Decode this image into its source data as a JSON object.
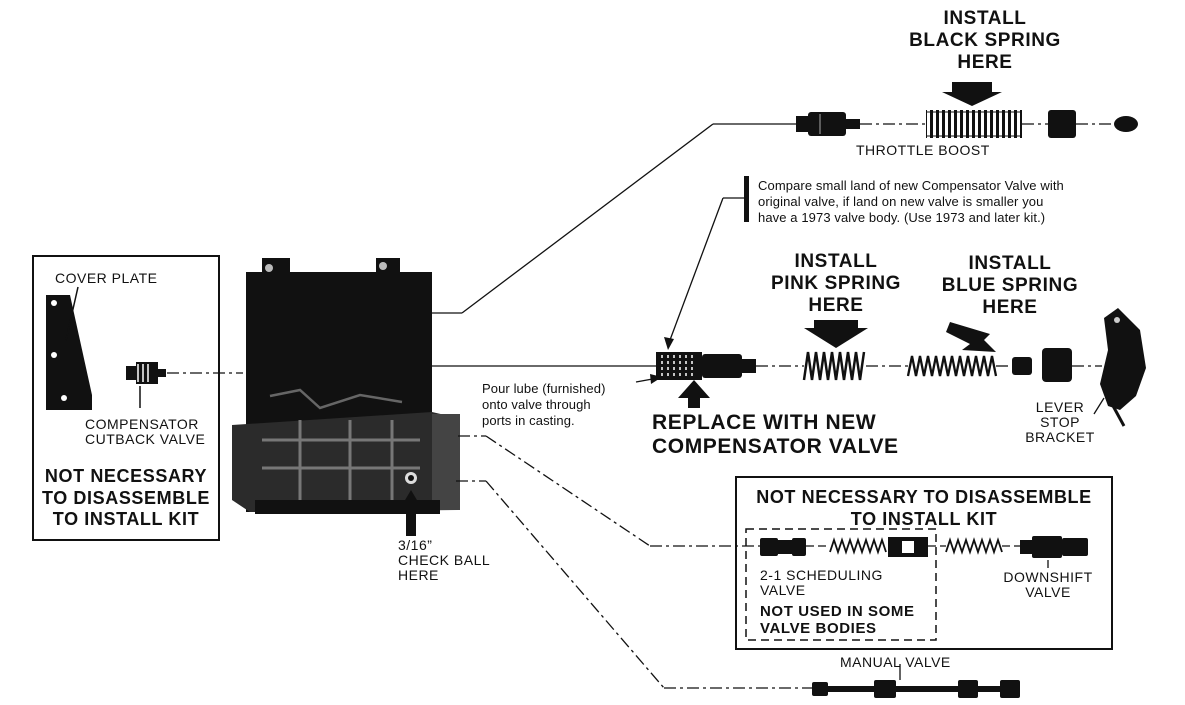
{
  "left_box": {
    "cover_plate": "COVER PLATE",
    "cutback_line1": "COMPENSATOR",
    "cutback_line2": "CUTBACK VALVE",
    "note_line1": "NOT NECESSARY",
    "note_line2": "TO DISASSEMBLE",
    "note_line3": "TO INSTALL KIT"
  },
  "check_ball": {
    "line1": "3/16”",
    "line2": "CHECK BALL",
    "line3": "HERE"
  },
  "throttle_boost": {
    "install_line1": "INSTALL",
    "install_line2": "BLACK SPRING",
    "install_line3": "HERE",
    "label": "THROTTLE BOOST"
  },
  "compensator_note": {
    "line1": "Compare small land of new Compensator Valve with",
    "line2": "original valve, if land on new valve is smaller you",
    "line3": "have a 1973 valve body.  (Use 1973 and later kit.)"
  },
  "pink_spring": {
    "line1": "INSTALL",
    "line2": "PINK SPRING",
    "line3": "HERE"
  },
  "blue_spring": {
    "line1": "INSTALL",
    "line2": "BLUE SPRING",
    "line3": "HERE"
  },
  "pour_lube": {
    "line1": "Pour lube (furnished)",
    "line2": "onto valve through",
    "line3": "ports in casting."
  },
  "replace": {
    "line1": "REPLACE WITH NEW",
    "line2": "COMPENSATOR VALVE"
  },
  "lever_bracket": {
    "line1": "LEVER",
    "line2": "STOP",
    "line3": "BRACKET"
  },
  "right_box": {
    "title_line1": "NOT NECESSARY TO DISASSEMBLE",
    "title_line2": "TO INSTALL KIT",
    "scheduling_line1": "2-1 SCHEDULING",
    "scheduling_line2": "VALVE",
    "not_used_line1": "NOT USED IN SOME",
    "not_used_line2": "VALVE BODIES",
    "downshift_line1": "DOWNSHIFT",
    "downshift_line2": "VALVE"
  },
  "manual_valve": {
    "label": "MANUAL VALVE"
  }
}
